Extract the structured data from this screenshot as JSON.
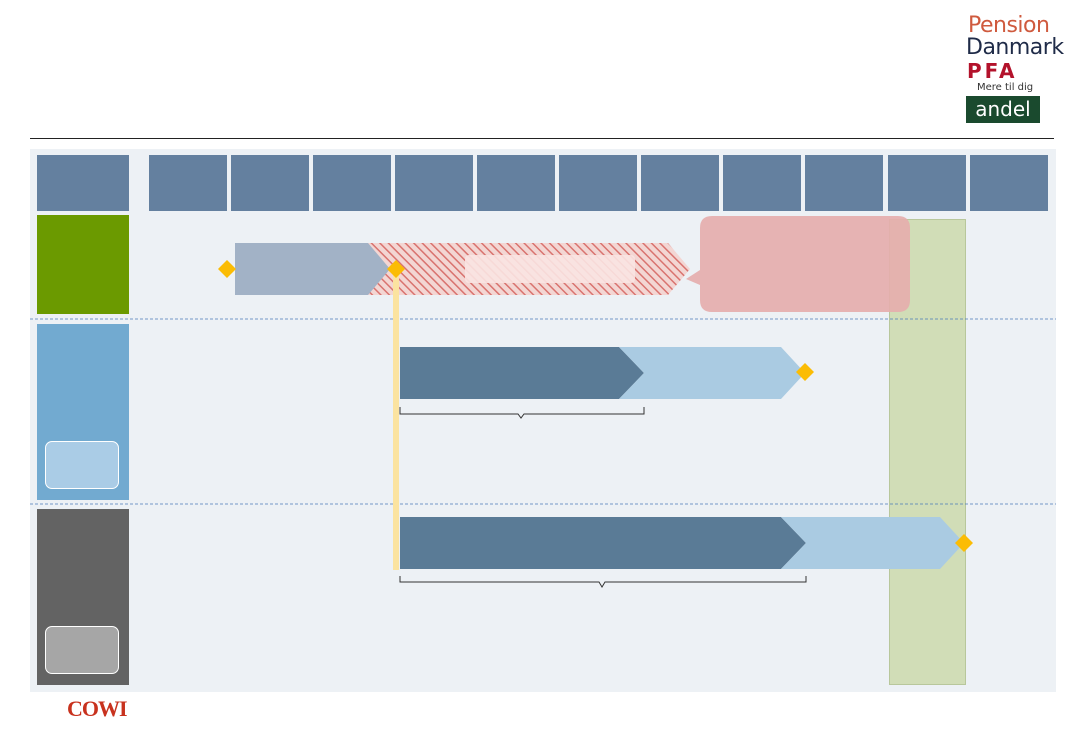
{
  "logos": {
    "pension": "Pension",
    "danmark": "Danmark",
    "pfa": "PFA",
    "pfa_tagline": "Mere til dig",
    "andel": "andel",
    "cowi": "COWI"
  },
  "colors": {
    "header": "#64809f",
    "lane_a": "#6b9a00",
    "lane_b": "#72aad0",
    "lane_c": "#636363",
    "phase_dark": "#5a7b96",
    "phase_light": "#aacbe2",
    "phase_grey": "#a2b2c6",
    "hatch": "#d9736f",
    "callout": "#e5aeac",
    "milestone": "#fbbc04",
    "green_band": "#d1ddb7",
    "cowi": "#c8321e"
  },
  "header_columns": 11,
  "icons": [
    "milestone-diamond-icon",
    "brace-icon"
  ]
}
